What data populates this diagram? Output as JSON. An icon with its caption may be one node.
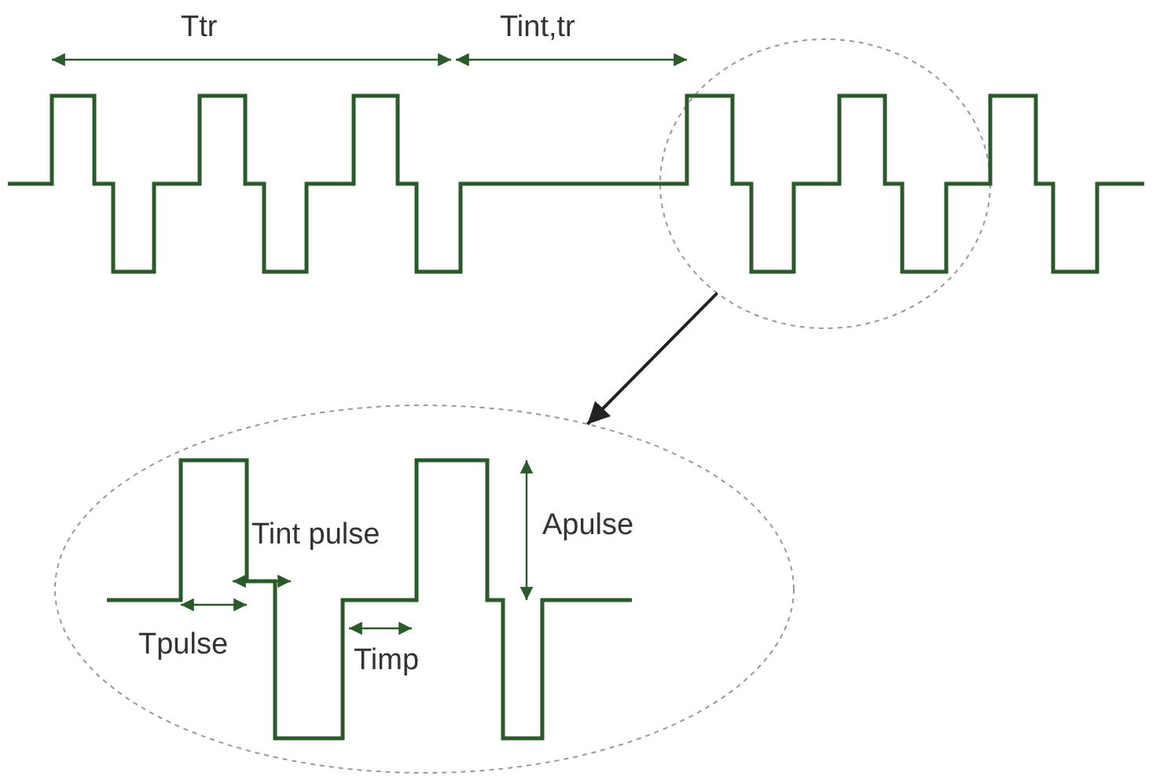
{
  "diagram": {
    "nodes": [
      {
        "text": [],
        "shape": "ellipse"
      },
      {
        "text": [],
        "shape": "ellipse"
      }
    ],
    "edges": [
      {
        "from": 0,
        "to": 1,
        "arrow": "to"
      }
    ],
    "labels": [
      "Ttr",
      "Tint,tr",
      "Tint pulse",
      "Apulse",
      "Tpulse",
      "Timp"
    ]
  }
}
